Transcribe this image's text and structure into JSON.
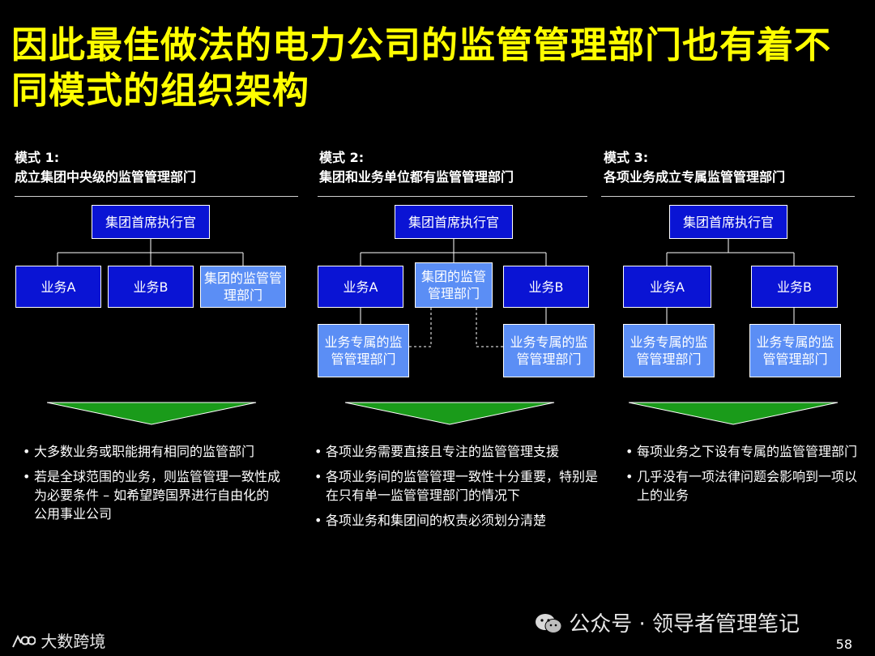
{
  "title": "因此最佳做法的电力公司的监管管理部门也有着不同模式的组织架构",
  "models": [
    {
      "label": "模式 1:",
      "subtitle": "成立集团中央级的监管管理部门",
      "ceo": "集团首席执行官",
      "boxes": [
        "业务A",
        "业务B",
        "集团的监管管理部门"
      ],
      "bullets": [
        "大多数业务或职能拥有相同的监管部门",
        "若是全球范围的业务，则监管管理一致性成为必要条件 – 如希望跨国界进行自由化的公用事业公司"
      ]
    },
    {
      "label": "模式 2:",
      "subtitle": "集团和业务单位都有监管管理部门",
      "ceo": "集团首席执行官",
      "boxes": [
        "业务A",
        "集团的监管管理部门",
        "业务B",
        "业务专属的监管管理部门",
        "业务专属的监管管理部门"
      ],
      "bullets": [
        "各项业务需要直接且专注的监管管理支援",
        "各项业务间的监管管理一致性十分重要，特别是在只有单一监管管理部门的情况下",
        "各项业务和集团间的权责必须划分清楚"
      ]
    },
    {
      "label": "模式 3:",
      "subtitle": "各项业务成立专属监管管理部门",
      "ceo": "集团首席执行官",
      "boxes": [
        "业务A",
        "业务B",
        "业务专属的监管管理部门",
        "业务专属的监管管理部门"
      ],
      "bullets": [
        "每项业务之下设有专属的监管管理部门",
        "几乎没有一项法律问题会影响到一项以上的业务"
      ]
    }
  ],
  "watermark": "公众号 · 领导者管理笔记",
  "logo_text": "大数跨境",
  "page_number": "58",
  "colors": {
    "title": "#ffff00",
    "dark_box": "#0a14d4",
    "light_box": "#5b8ef5",
    "arrow": "#1a9b1a"
  }
}
